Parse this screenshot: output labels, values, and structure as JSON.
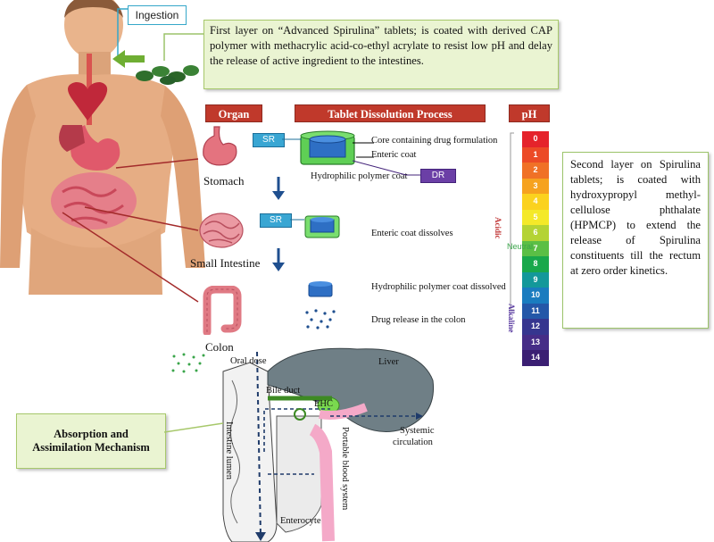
{
  "ingestion_label": "Ingestion",
  "first_layer_text": "First layer on “Advanced Spirulina” tablets; is coated with derived CAP polymer with methacrylic acid-co-ethyl acrylate to resist low pH and delay the release of active ingredient to the intestines.",
  "headers": {
    "organ": "Organ",
    "process": "Tablet Dissolution Process",
    "ph": "pH"
  },
  "organs": {
    "stomach": "Stomach",
    "small_intestine": "Small Intestine",
    "colon": "Colon"
  },
  "tablet_labels": {
    "core": "Core containing drug formulation",
    "enteric": "Enteric coat",
    "hydrophilic": "Hydrophilic polymer coat",
    "enteric_dissolves": "Enteric coat dissolves",
    "hydrophilic_dissolved": "Hydrophilic polymer coat dissolved",
    "drug_release": "Drug release in the colon"
  },
  "tags": {
    "sr": "SR",
    "dr": "DR"
  },
  "ph_scale": {
    "values": [
      "0",
      "1",
      "2",
      "3",
      "4",
      "5",
      "6",
      "7",
      "8",
      "9",
      "10",
      "11",
      "12",
      "13",
      "14"
    ],
    "colors": [
      "#e5232b",
      "#ec4a26",
      "#f07126",
      "#f6a21f",
      "#fbd21e",
      "#f4e929",
      "#b4d334",
      "#5bbf45",
      "#19a84b",
      "#13989a",
      "#1a7cbf",
      "#2457a8",
      "#36368f",
      "#462d87",
      "#3b1f73"
    ],
    "acidic": "Acidic",
    "neutral": "Neutral",
    "alkaline": "Alkaline"
  },
  "second_layer_text": "Second layer on Spirulina tablets; is coated with hydroxypropyl methyl-cellulose phthalate (HPMCP) to extend the release of Spirulina constituents till the rectum at zero order kinetics.",
  "absorption_title_line1": "Absorption and",
  "absorption_title_line2": "Assimilation Mechanism",
  "gut_labels": {
    "oral_dose": "Oral dose",
    "liver": "Liver",
    "bile_duct": "Bile duct",
    "ehc": "EHC",
    "systemic_circulation_1": "Systemic",
    "systemic_circulation_2": "circulation",
    "intestine_lumen": "Intestine lumen",
    "portal_blood_system": "Portable blood system",
    "enterocyte": "Enterocyte"
  }
}
